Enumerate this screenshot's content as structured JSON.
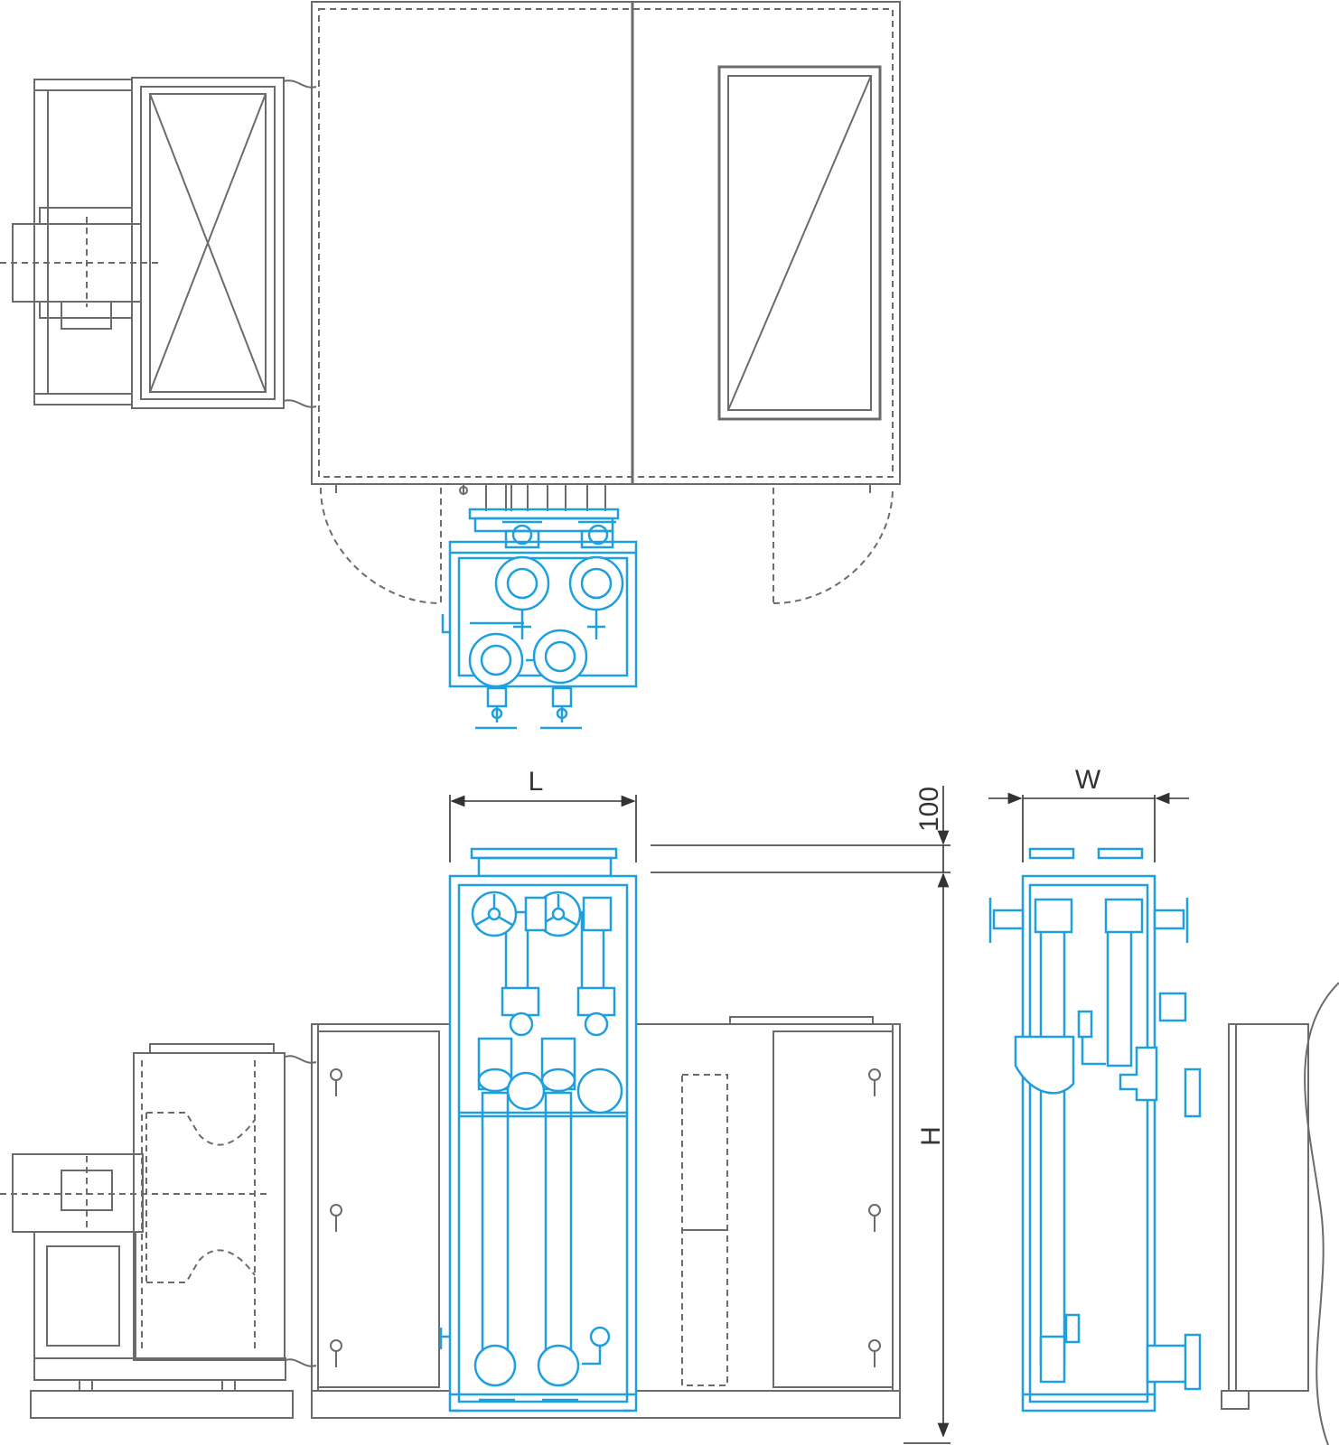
{
  "dimensions": {
    "length_label": "L",
    "width_label": "W",
    "height_label": "H",
    "offset_label": "100"
  },
  "colors": {
    "module": "#1e9fe0",
    "unit": "#6b6b6b",
    "dimension": "#333333"
  }
}
